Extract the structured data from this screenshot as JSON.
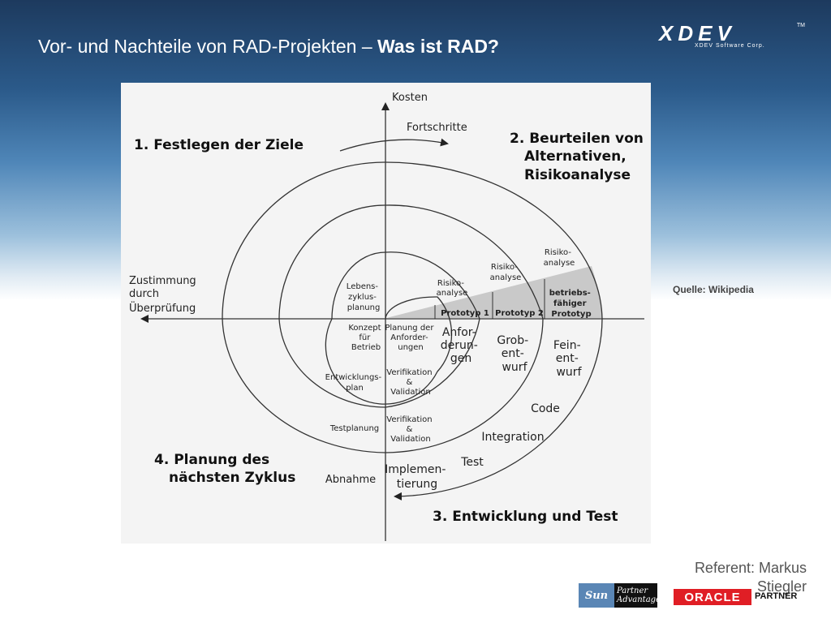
{
  "slide": {
    "title_plain": "Vor- und Nachteile von RAD-Projekten – ",
    "title_bold": "Was ist RAD?",
    "source": "Quelle: Wikipedia",
    "presenter": "Referent: Markus Stiegler"
  },
  "logos": {
    "xdev_word": "XDEV",
    "xdev_tm": "TM",
    "xdev_sub": "XDEV Software Corp.",
    "sun_word": "Sun",
    "sun_partner_line1": "Partner",
    "sun_partner_line2": "Advantage",
    "oracle_word": "ORACLE",
    "oracle_partner": "PARTNER"
  },
  "diagram": {
    "axis_top": "Kosten",
    "progress": "Fortschritte",
    "axis_left": [
      "Zustimmung",
      "durch",
      "Überprüfung"
    ],
    "quadrants": {
      "q1": "1. Festlegen der Ziele",
      "q2": [
        "2. Beurteilen von",
        "Alternativen,",
        "Risikoanalyse"
      ],
      "q3": "3. Entwicklung und Test",
      "q4": [
        "4. Planung des",
        "nächsten Zyklus"
      ]
    },
    "labels": {
      "risk1": [
        "Risiko-",
        "analyse"
      ],
      "risk2": [
        "Risiko-",
        "analyse"
      ],
      "risk3": [
        "Risiko-",
        "analyse"
      ],
      "prototype1": "Prototyp 1",
      "prototype2": "Prototyp 2",
      "operational_prototype": [
        "betriebs-",
        "fähiger",
        "Prototyp"
      ],
      "lifecycle": [
        "Lebens-",
        "zyklus-",
        "planung"
      ],
      "concept": [
        "Konzept",
        "für",
        "Betrieb"
      ],
      "req_planning": [
        "Planung der",
        "Anforder-",
        "ungen"
      ],
      "requirements": [
        "Anfor-",
        "derun-",
        "gen"
      ],
      "rough_design": [
        "Grob-",
        "ent-",
        "wurf"
      ],
      "fine_design": [
        "Fein-",
        "ent-",
        "wurf"
      ],
      "code": "Code",
      "integration": "Integration",
      "test": "Test",
      "implementation": [
        "Implemen-",
        "tierung"
      ],
      "acceptance": "Abnahme",
      "dev_plan": [
        "Entwicklungs-",
        "plan"
      ],
      "verify1": [
        "Verifikation",
        "&",
        "Validation"
      ],
      "verify2": [
        "Verifikation",
        "&",
        "Validation"
      ],
      "test_planning": "Testplanung"
    }
  }
}
